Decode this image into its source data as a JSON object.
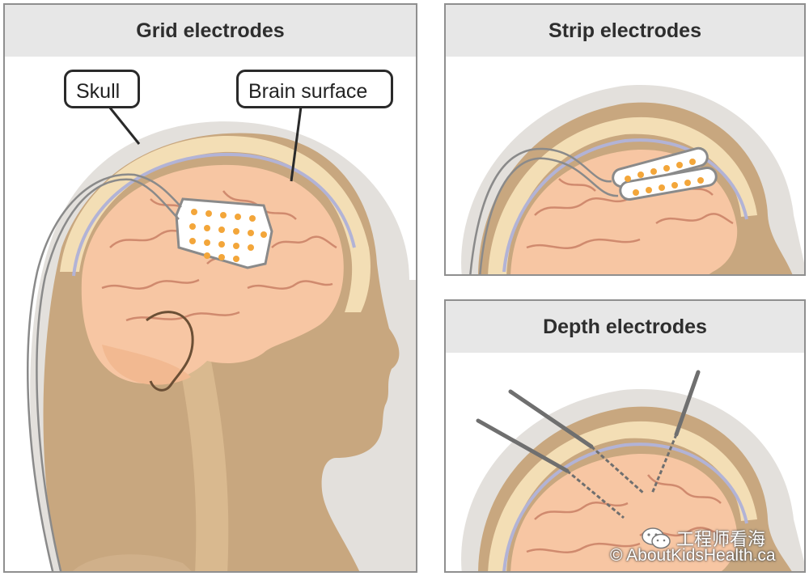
{
  "panels": {
    "grid": {
      "title": "Grid electrodes"
    },
    "strip": {
      "title": "Strip electrodes"
    },
    "depth": {
      "title": "Depth electrodes"
    }
  },
  "labels": {
    "skull": "Skull",
    "brain_surface": "Brain surface"
  },
  "watermark": {
    "wechat": "工程师看海",
    "credit": "© AboutKidsHealth.ca"
  },
  "colors": {
    "skin": "#c8a77f",
    "shadow": "#e3e0dc",
    "skull": "#f3deb5",
    "membrane": "#b2b3d6",
    "brain": "#f7c6a3",
    "brain_fold": "#d08a6e",
    "electrode_dot": "#f3a63a",
    "wire": "#8a8a8a"
  }
}
